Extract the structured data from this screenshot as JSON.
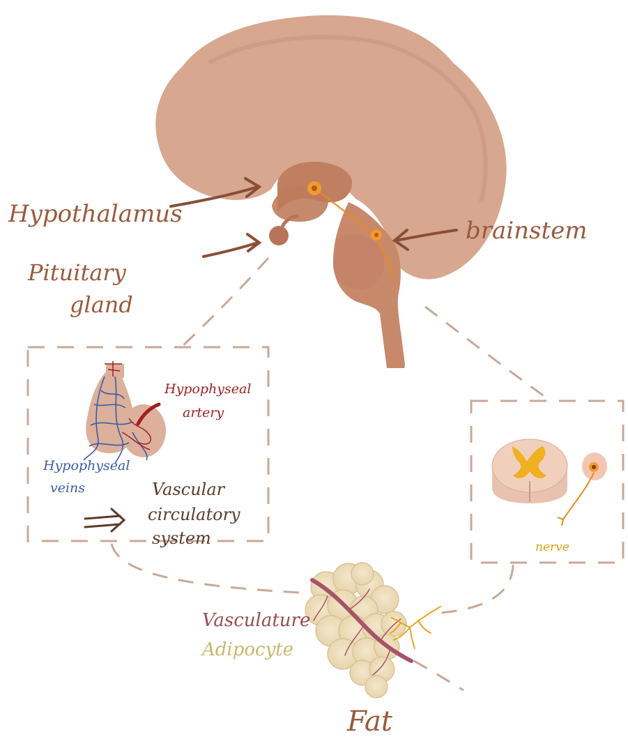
{
  "labels": {
    "hypothalamus": "Hypothalamus",
    "pituitary_line1": "Pituitary",
    "pituitary_line2": "gland",
    "brainstem": "brainstem",
    "hypophyseal_artery_line1": "Hypophyseal",
    "hypophyseal_artery_line2": "artery",
    "hypophyseal_veins_line1": "Hypophyseal",
    "hypophyseal_veins_line2": "veins",
    "vascular_line1": "Vascular",
    "vascular_line2": "circulatory",
    "vascular_line3": "system",
    "nerve": "nerve",
    "vasculature": "Vasculature",
    "adipocyte": "Adipocyte",
    "fat": "Fat"
  },
  "colors": {
    "brain": "#d7a58c",
    "brain_dark": "#b87a5e",
    "label_brown": "#9a5a3c",
    "artery_red": "#a01f22",
    "vein_blue": "#3a5ca8",
    "nerve_orange": "#e68a1a",
    "nerve_label": "#d9a21a",
    "adipocyte_fill": "#eddcb6",
    "vasculature_label": "#9a4a55",
    "adipocyte_label": "#c9b86a",
    "dash_border": "#c8a898",
    "spinal_gray": "#f0b020"
  },
  "icons": {
    "arrow_to_hypothalamus": "arrow-right-icon",
    "arrow_to_pituitary": "arrow-right-icon",
    "arrow_to_brainstem": "arrow-left-icon",
    "double_arrow": "double-arrow-right-icon"
  }
}
